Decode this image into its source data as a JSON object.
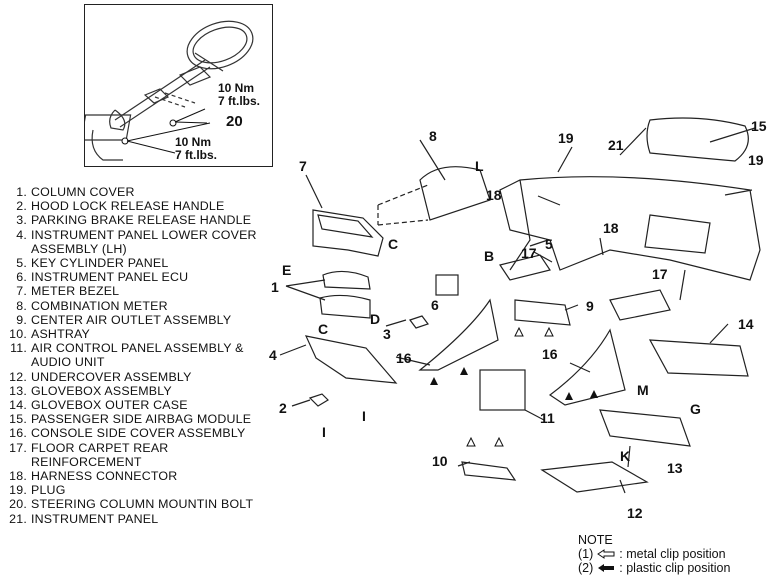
{
  "inset": {
    "torque_upper": [
      "10 Nm",
      "7 ft.lbs."
    ],
    "torque_lower": [
      "10 Nm",
      "7 ft.lbs."
    ],
    "callout": "20"
  },
  "legend": [
    {
      "num": "1.",
      "label": "COLUMN COVER"
    },
    {
      "num": "2.",
      "label": "HOOD LOCK RELEASE HANDLE"
    },
    {
      "num": "3.",
      "label": "PARKING BRAKE RELEASE HANDLE"
    },
    {
      "num": "4.",
      "label": "INSTRUMENT PANEL LOWER COVER ASSEMBLY (LH)"
    },
    {
      "num": "5.",
      "label": "KEY CYLINDER PANEL"
    },
    {
      "num": "6.",
      "label": "INSTRUMENT PANEL ECU"
    },
    {
      "num": "7.",
      "label": "METER BEZEL"
    },
    {
      "num": "8.",
      "label": "COMBINATION METER"
    },
    {
      "num": "9.",
      "label": "CENTER AIR OUTLET ASSEMBLY"
    },
    {
      "num": "10.",
      "label": "ASHTRAY"
    },
    {
      "num": "11.",
      "label": "AIR CONTROL PANEL ASSEMBLY & AUDIO UNIT"
    },
    {
      "num": "12.",
      "label": "UNDERCOVER ASSEMBLY"
    },
    {
      "num": "13.",
      "label": "GLOVEBOX ASSEMBLY"
    },
    {
      "num": "14.",
      "label": "GLOVEBOX OUTER CASE"
    },
    {
      "num": "15.",
      "label": "PASSENGER SIDE AIRBAG MODULE"
    },
    {
      "num": "16.",
      "label": "CONSOLE SIDE COVER ASSEMBLY"
    },
    {
      "num": "17.",
      "label": "FLOOR CARPET REAR REINFORCEMENT"
    },
    {
      "num": "18.",
      "label": "HARNESS CONNECTOR"
    },
    {
      "num": "19.",
      "label": "PLUG"
    },
    {
      "num": "20.",
      "label": "STEERING COLUMN MOUNTIN BOLT"
    },
    {
      "num": "21.",
      "label": "INSTRUMENT PANEL"
    }
  ],
  "callouts": [
    {
      "id": "7",
      "text": "7"
    },
    {
      "id": "8",
      "text": "8"
    },
    {
      "id": "19a",
      "text": "19"
    },
    {
      "id": "21",
      "text": "21"
    },
    {
      "id": "15",
      "text": "15"
    },
    {
      "id": "19b",
      "text": "19"
    },
    {
      "id": "18a",
      "text": "18"
    },
    {
      "id": "18b",
      "text": "18"
    },
    {
      "id": "5",
      "text": "5"
    },
    {
      "id": "17a",
      "text": "17"
    },
    {
      "id": "17b",
      "text": "17"
    },
    {
      "id": "1",
      "text": "1"
    },
    {
      "id": "6",
      "text": "6"
    },
    {
      "id": "3",
      "text": "3"
    },
    {
      "id": "9",
      "text": "9"
    },
    {
      "id": "14",
      "text": "14"
    },
    {
      "id": "4",
      "text": "4"
    },
    {
      "id": "16a",
      "text": "16"
    },
    {
      "id": "16b",
      "text": "16"
    },
    {
      "id": "2",
      "text": "2"
    },
    {
      "id": "11",
      "text": "11"
    },
    {
      "id": "13",
      "text": "13"
    },
    {
      "id": "10",
      "text": "10"
    },
    {
      "id": "12",
      "text": "12"
    }
  ],
  "fastener_letters": [
    "E",
    "C",
    "C",
    "D",
    "I",
    "I",
    "L",
    "B",
    "M",
    "G",
    "K"
  ],
  "note": {
    "title": "NOTE",
    "items": [
      {
        "num": "(1)",
        "icon": "hollow-arrow-left",
        "text": ": metal clip position"
      },
      {
        "num": "(2)",
        "icon": "solid-arrow-left",
        "text": ": plastic clip position"
      }
    ]
  }
}
